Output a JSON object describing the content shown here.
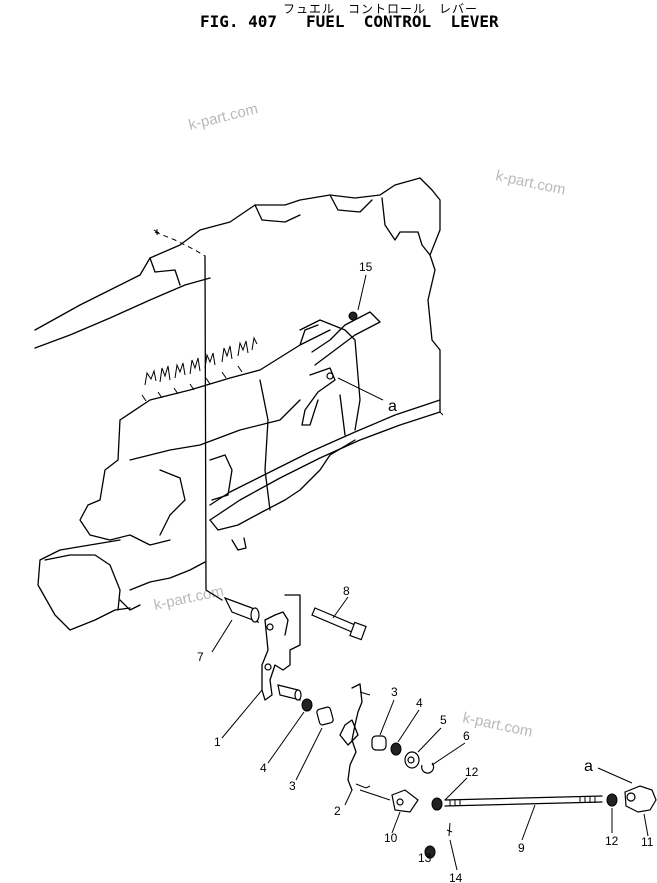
{
  "figure": {
    "title_jp": "フュエル　コントロール　レバー",
    "title_en": "FIG. 407   FUEL  CONTROL  LEVER"
  },
  "watermark": "k-part.com",
  "reference_letter": "a",
  "callouts": {
    "c1": "1",
    "c2": "2",
    "c3a": "3",
    "c3b": "3",
    "c4a": "4",
    "c4b": "4",
    "c5": "5",
    "c6": "6",
    "c7": "7",
    "c8": "8",
    "c9": "9",
    "c10": "10",
    "c11": "11",
    "c12a": "12",
    "c12b": "12",
    "c13": "13",
    "c14": "14",
    "c15": "15"
  }
}
